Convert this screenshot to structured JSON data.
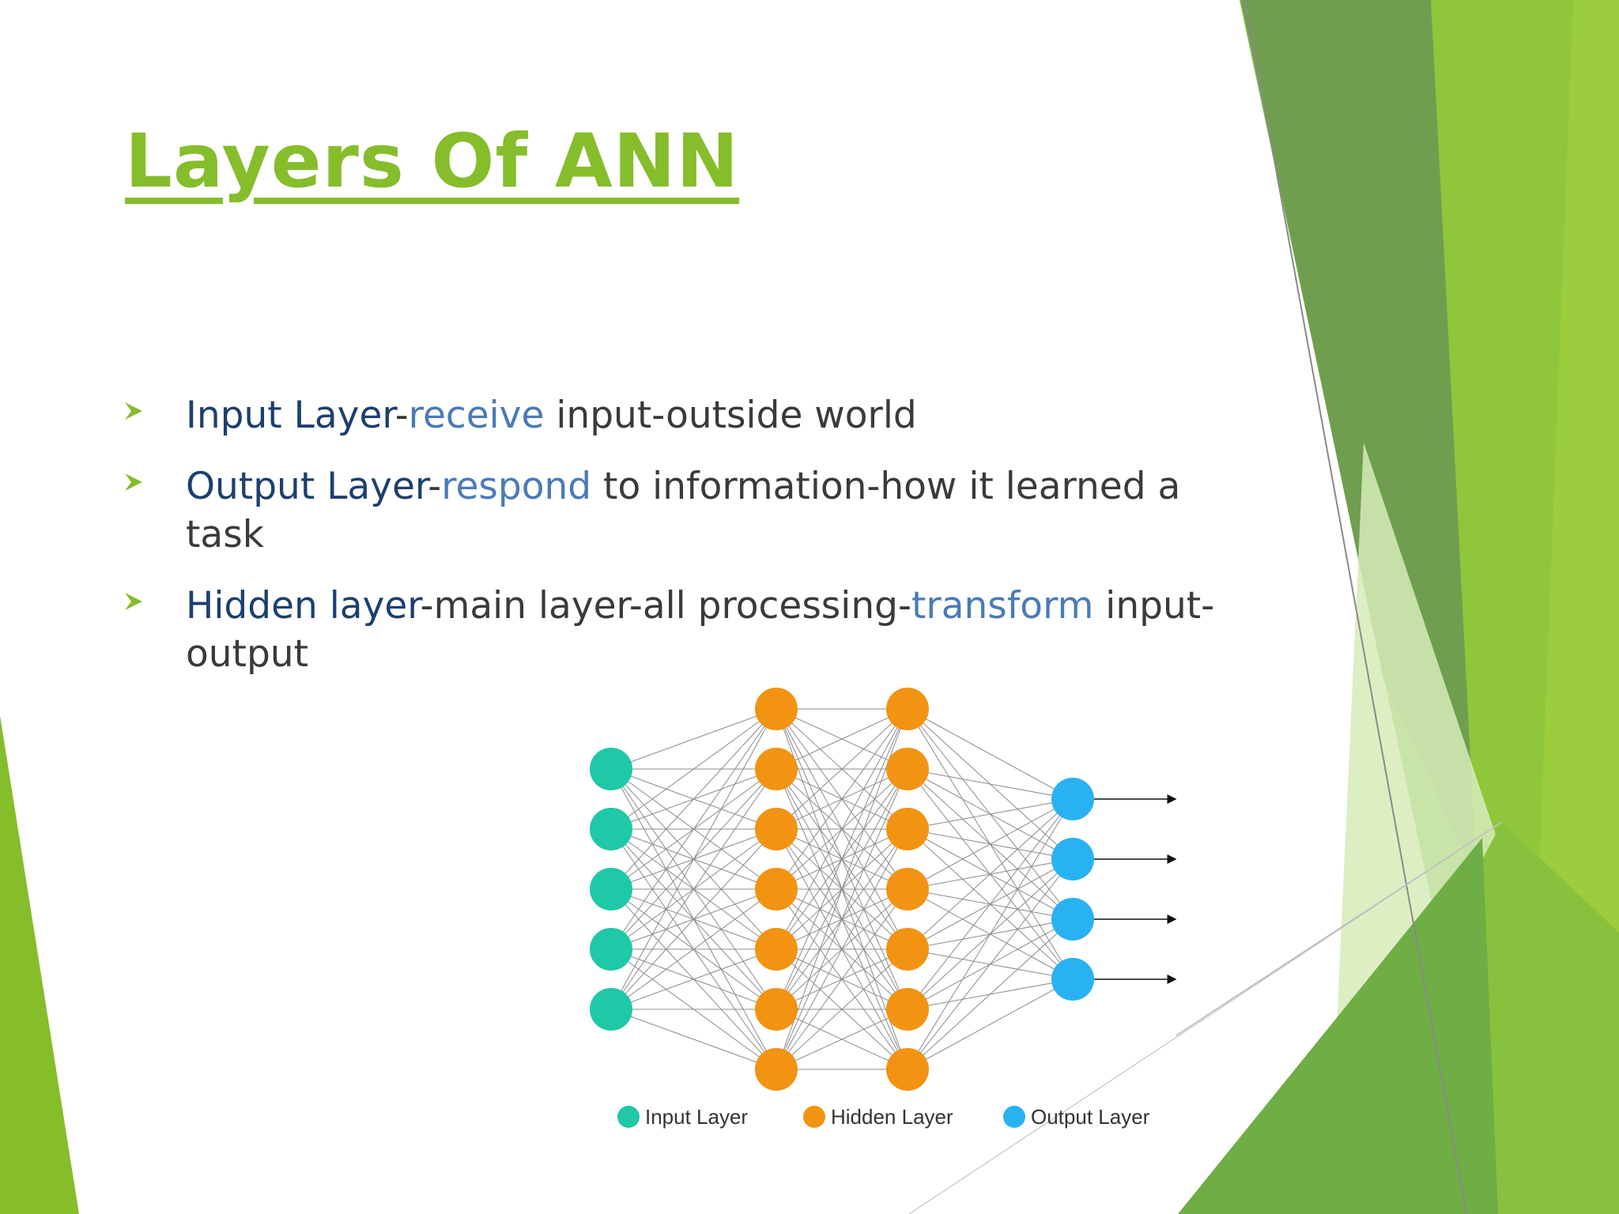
{
  "slide": {
    "title": "Layers Of ANN"
  },
  "bullets": [
    {
      "term": "Input Layer",
      "sep": "-",
      "verb": "receive",
      "rest": " input-outside world"
    },
    {
      "term": "Output Layer",
      "sep": "-",
      "verb": "respond",
      "rest": " to information-how it learned a task"
    },
    {
      "term": "Hidden layer",
      "pre": "-main layer-all processing-",
      "verb": "transform",
      "rest": " input-output"
    }
  ],
  "diagram": {
    "layers": [
      {
        "name": "Input Layer",
        "nodes": 5,
        "color": "#1fc8a6"
      },
      {
        "name": "Hidden Layer",
        "nodes": 7,
        "color": "#f29312"
      },
      {
        "name": "Hidden Layer",
        "nodes": 7,
        "color": "#f29312"
      },
      {
        "name": "Output Layer",
        "nodes": 4,
        "color": "#29b2f3"
      }
    ],
    "legend": [
      {
        "label": "Input Layer",
        "color": "#1fc8a6"
      },
      {
        "label": "Hidden Layer",
        "color": "#f29312"
      },
      {
        "label": "Output Layer",
        "color": "#29b2f3"
      }
    ]
  },
  "colors": {
    "accent": "#86bd2b",
    "term": "#1c3f6e",
    "verb": "#4a7ab9"
  }
}
